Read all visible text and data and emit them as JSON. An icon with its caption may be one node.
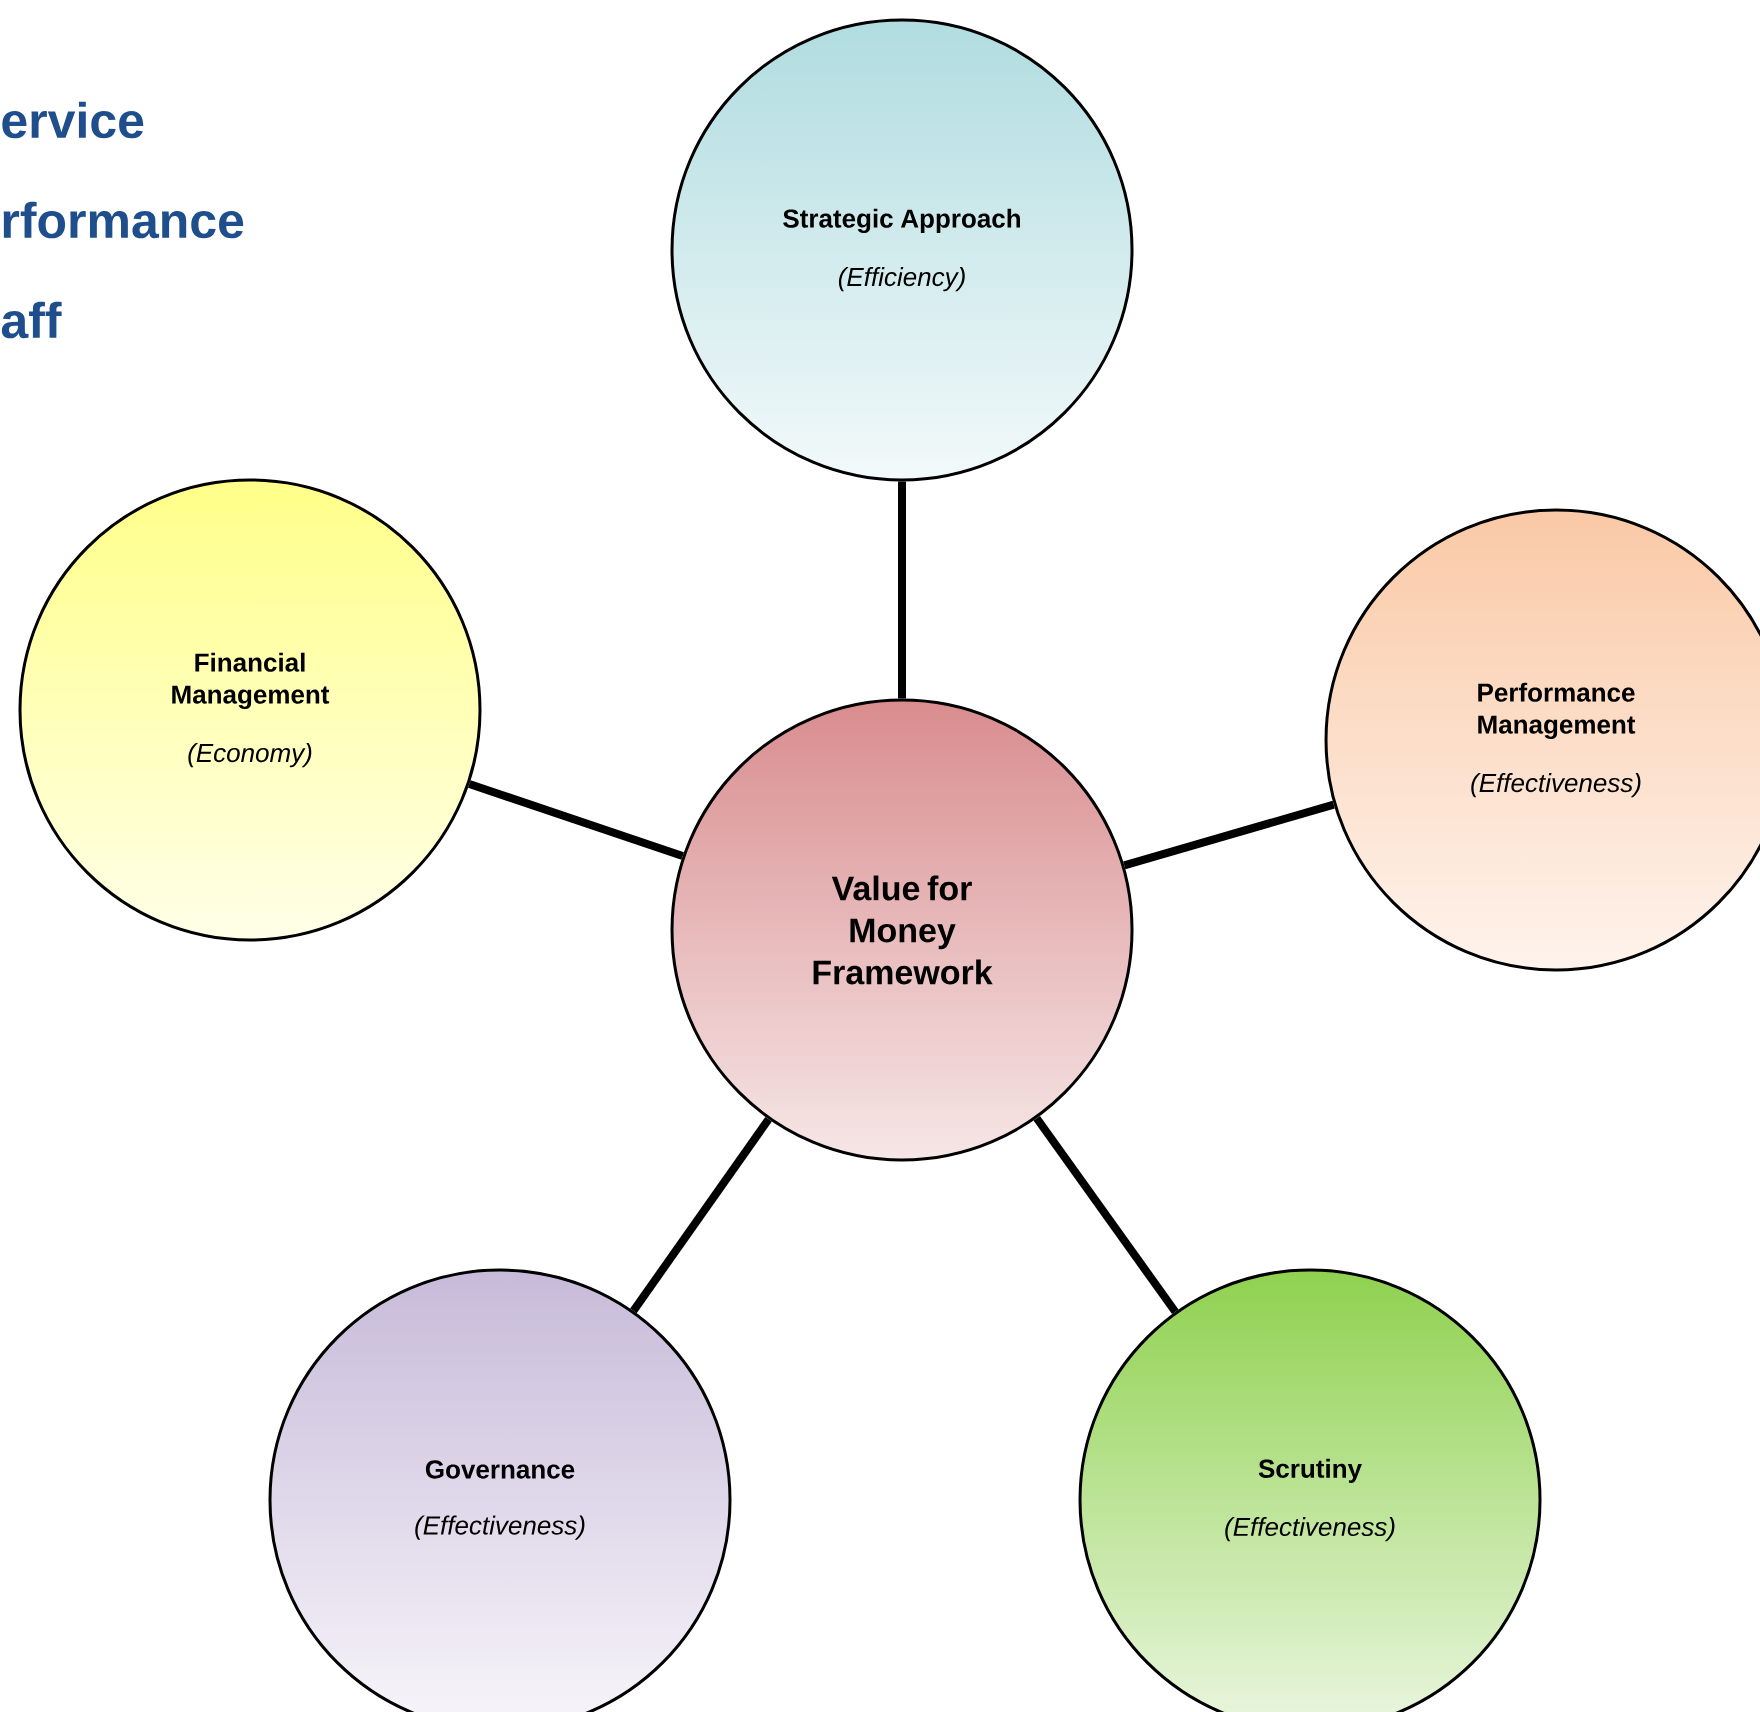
{
  "diagram": {
    "nodes": [
      {
        "text": [
          "Strategic Approach",
          "(Efficiency)"
        ]
      },
      {
        "text": [
          "Financial Management",
          "(Economy)"
        ]
      },
      {
        "text": [
          "Performance Management",
          "(Effectiveness)"
        ]
      },
      {
        "text": [
          "Value for Money Framework"
        ]
      },
      {
        "text": [
          "Governance",
          "(Effectiveness)"
        ]
      },
      {
        "text": [
          "Scrutiny",
          "(Effectiveness)"
        ]
      }
    ],
    "edges": [
      {
        "from": 3,
        "to": 0,
        "arrow": "none"
      },
      {
        "from": 3,
        "to": 1,
        "arrow": "none"
      },
      {
        "from": 3,
        "to": 2,
        "arrow": "none"
      },
      {
        "from": 3,
        "to": 4,
        "arrow": "none"
      },
      {
        "from": 3,
        "to": 5,
        "arrow": "none"
      }
    ],
    "labels": [
      "ervice",
      "rformance",
      "aff"
    ]
  }
}
